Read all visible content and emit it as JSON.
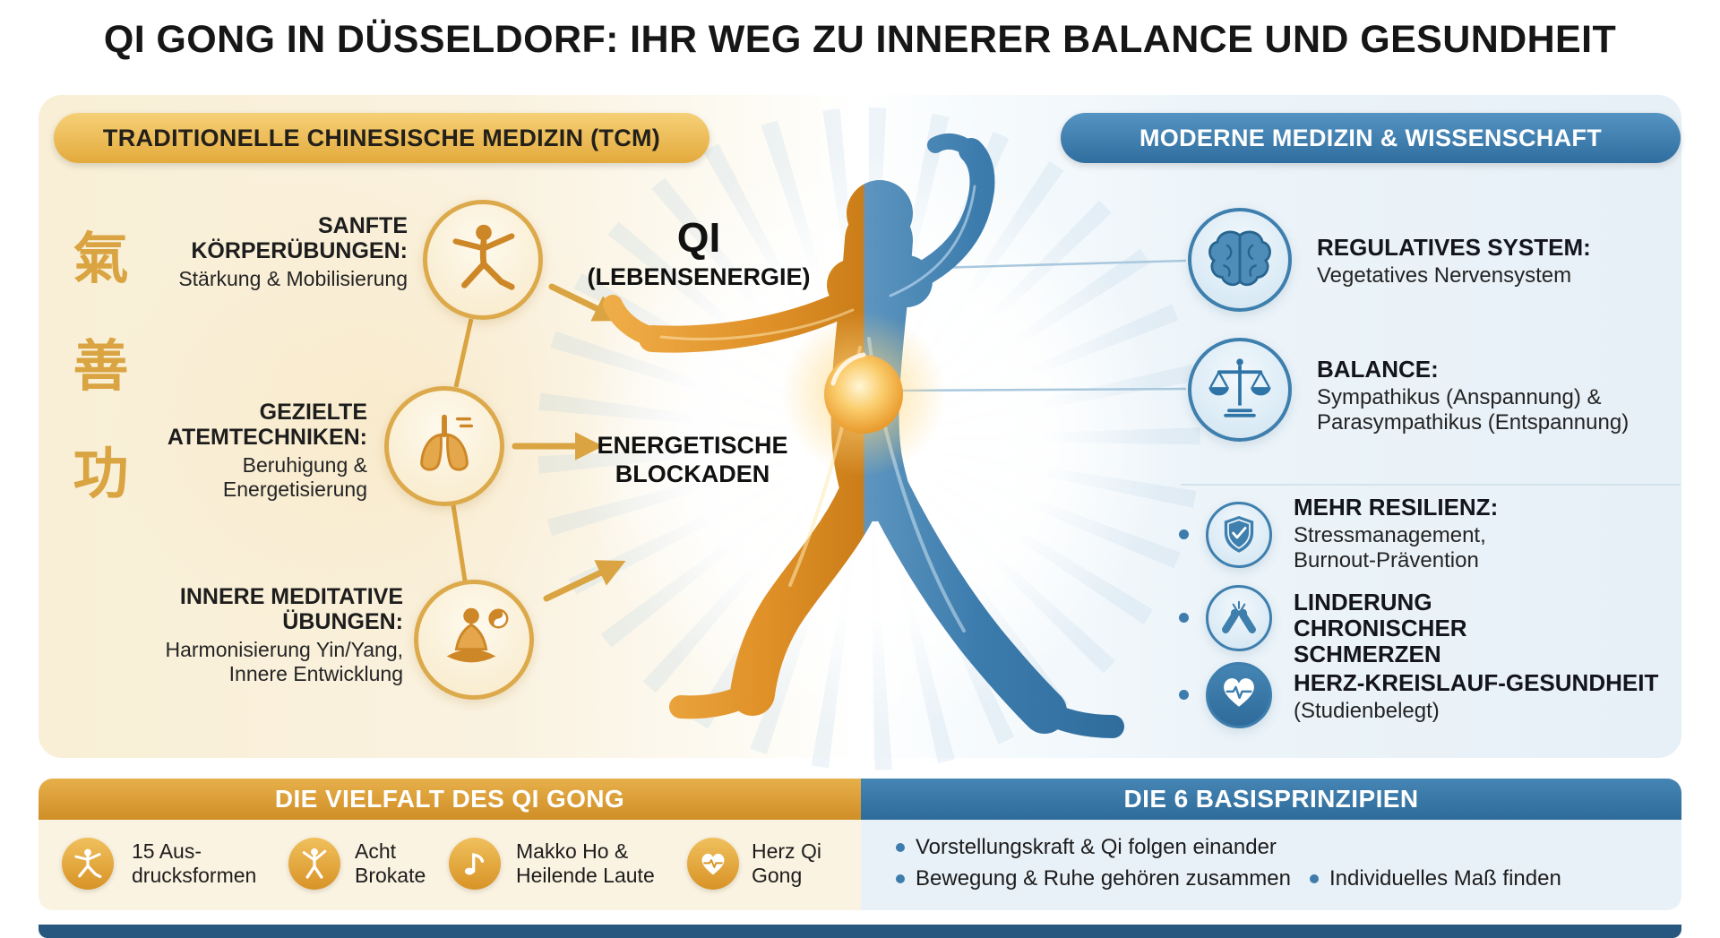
{
  "page": {
    "title": "QI GONG IN DÜSSELDORF: IHR WEG ZU INNERER BALANCE UND GESUNDHEIT"
  },
  "tcm": {
    "header": "TRADITIONELLE CHINESISCHE MEDIZIN (TCM)",
    "calligraphy": [
      "氣",
      "善",
      "功"
    ],
    "items": [
      {
        "icon": "qigong-pose-icon",
        "title": "SANFTE KÖRPERÜBUNGEN:",
        "subtitle": "Stärkung & Mobilisierung"
      },
      {
        "icon": "lungs-icon",
        "title": "GEZIELTE ATEMTECHNIKEN:",
        "subtitle": "Beruhigung & Energetisierung"
      },
      {
        "icon": "meditation-icon",
        "title": "INNERE MEDITATIVE ÜBUNGEN:",
        "subtitle": "Harmonisierung Yin/Yang, Innere Entwicklung"
      }
    ]
  },
  "center": {
    "qi_title": "QI",
    "qi_subtitle": "(LEBENSENERGIE)",
    "blockades_label": "ENERGETISCHE BLOCKADEN"
  },
  "modern": {
    "header": "MODERNE MEDIZIN & WISSENSCHAFT",
    "items": [
      {
        "icon": "brain-icon",
        "title": "REGULATIVES SYSTEM:",
        "subtitle": "Vegetatives Nervensystem"
      },
      {
        "icon": "scales-icon",
        "title": "BALANCE:",
        "subtitle": "Sympathikus (Anspannung) & Parasympathikus (Entspannung)"
      },
      {
        "icon": "shield-icon",
        "title": "MEHR RESILIENZ:",
        "subtitle": "Stressmanagement, Burnout-Prävention"
      },
      {
        "icon": "joint-icon",
        "title": "LINDERUNG CHRONISCHER SCHMERZEN",
        "subtitle": ""
      },
      {
        "icon": "heart-pulse-icon",
        "title": "HERZ-KREISLAUF-GESUNDHEIT",
        "subtitle": "(Studienbelegt)"
      }
    ]
  },
  "variety": {
    "header": "DIE VIELFALT DES QI GONG",
    "items": [
      {
        "icon": "pose-icon",
        "label": "15 Aus-drucksformen"
      },
      {
        "icon": "figure-icon",
        "label": "Acht Brokate"
      },
      {
        "icon": "music-note-icon",
        "label": "Makko Ho & Heilende Laute"
      },
      {
        "icon": "heart-icon",
        "label": "Herz Qi Gong"
      }
    ]
  },
  "principles": {
    "header": "DIE 6 BASISPRINZIPIEN",
    "items": [
      "Vorstellungskraft & Qi folgen einander",
      "Bewegung & Ruhe gehören zusammen",
      "Individuelles Maß finden"
    ]
  },
  "colors": {
    "gold": "#D9952C",
    "blue": "#2F6E9E",
    "cream": "#FAF1DC",
    "light_blue": "#E9F1F8",
    "navy": "#27567E"
  }
}
